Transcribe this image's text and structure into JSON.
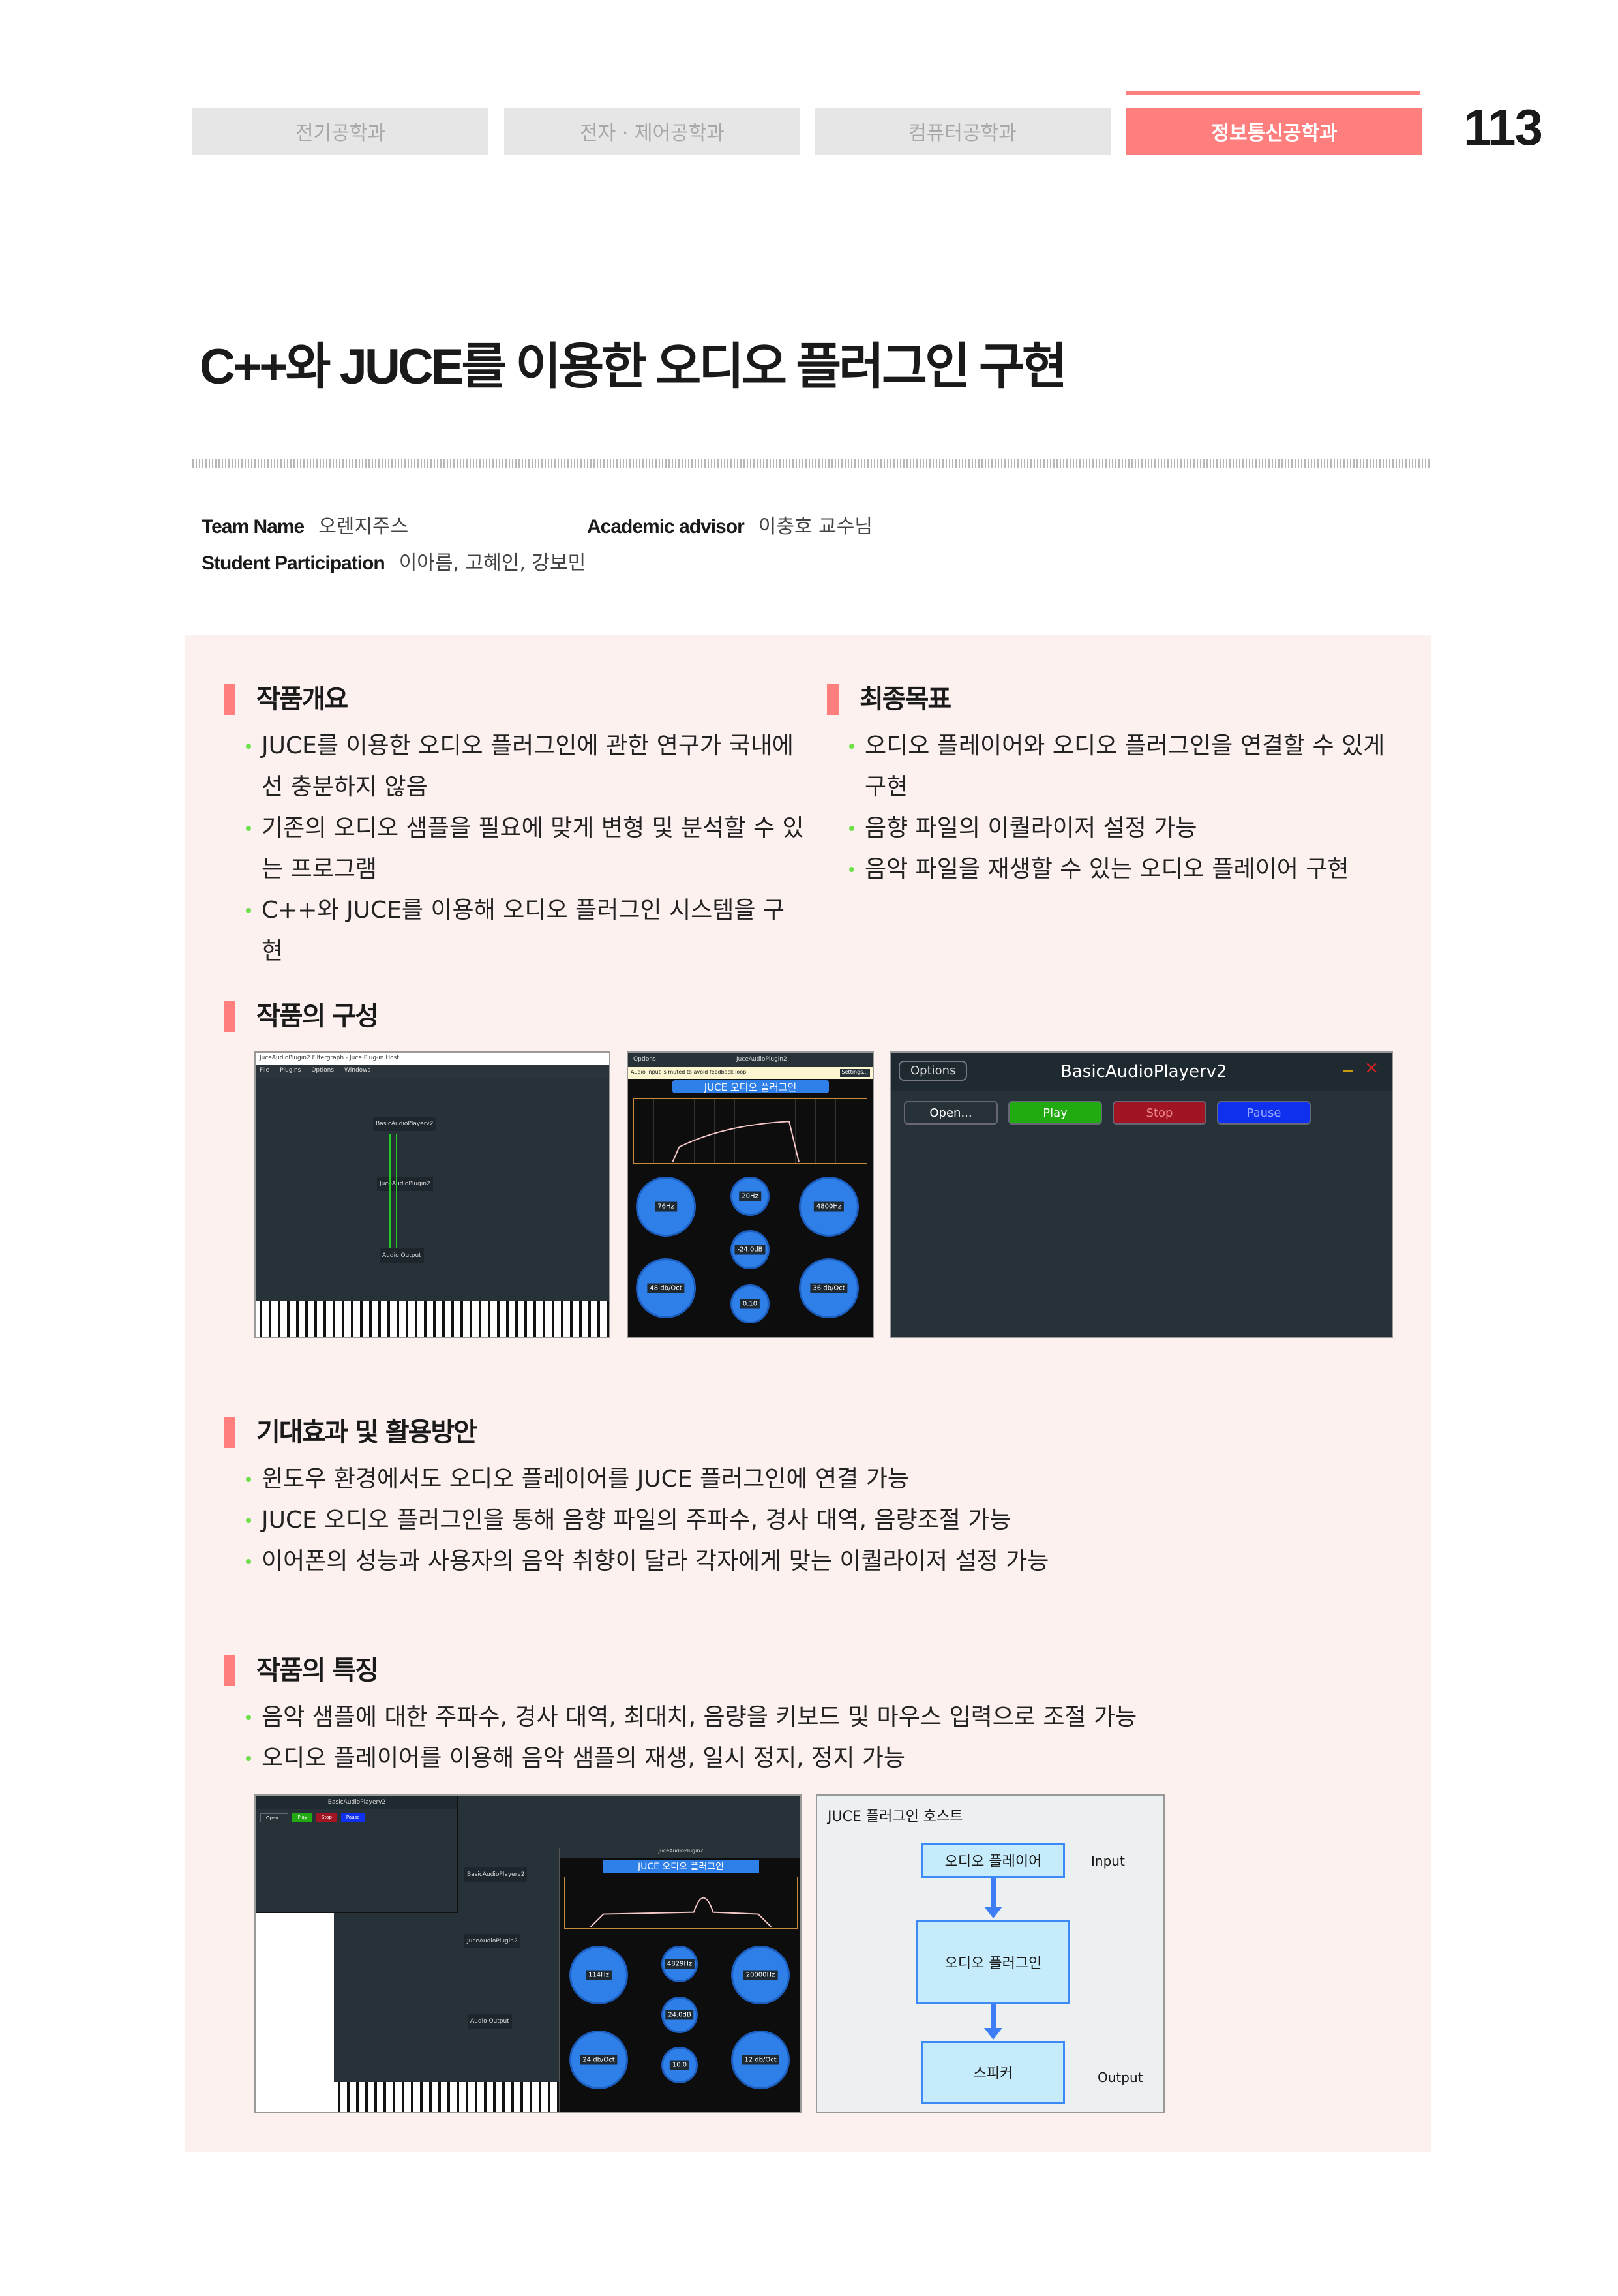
{
  "header": {
    "tabs": [
      {
        "label": "전기공학과",
        "active": false
      },
      {
        "label": "전자 · 제어공학과",
        "active": false
      },
      {
        "label": "컴퓨터공학과",
        "active": false
      },
      {
        "label": "정보통신공학과",
        "active": true
      }
    ],
    "page_number": "113",
    "accent_color": "#ff7f7f"
  },
  "title": "C++와 JUCE를 이용한 오디오 플러그인 구현",
  "info": {
    "team_name_label": "Team Name",
    "team_name": "오렌지주스",
    "advisor_label": "Academic advisor",
    "advisor": "이충호 교수님",
    "students_label": "Student Participation",
    "students": "이아름, 고혜인, 강보민"
  },
  "sections": {
    "overview": {
      "heading": "작품개요",
      "items": [
        "JUCE를 이용한 오디오 플러그인에 관한 연구가 국내에선 충분하지 않음",
        "기존의 오디오 샘플을 필요에 맞게 변형 및 분석할 수 있는 프로그램",
        "C++와 JUCE를 이용해 오디오 플러그인 시스템을 구현"
      ]
    },
    "goal": {
      "heading": "최종목표",
      "items": [
        "오디오 플레이어와 오디오 플러그인을 연결할 수 있게 구현",
        "음향 파일의 이퀄라이저 설정 가능",
        "음악 파일을 재생할 수 있는 오디오 플레이어 구현"
      ]
    },
    "composition": {
      "heading": "작품의 구성"
    },
    "effects": {
      "heading": "기대효과 및 활용방안",
      "items": [
        "윈도우 환경에서도 오디오 플레이어를 JUCE 플러그인에 연결 가능",
        "JUCE 오디오 플러그인을 통해 음향 파일의 주파수, 경사 대역, 음량조절 가능",
        "이어폰의 성능과 사용자의 음악 취향이 달라 각자에게 맞는 이퀄라이저 설정 가능"
      ]
    },
    "features": {
      "heading": "작품의 특징",
      "items": [
        "음악 샘플에 대한 주파수, 경사 대역, 최대치, 음량을 키보드 및 마우스 입력으로 조절 가능",
        "오디오 플레이어를 이용해 음악 샘플의 재생, 일시 정지, 정지 가능"
      ]
    }
  },
  "screenshots": {
    "host": {
      "window_title": "JuceAudioPlugin2 Filtergraph - Juce Plug-in Host",
      "menu": [
        "File",
        "Plugins",
        "Options",
        "Windows"
      ],
      "nodes": [
        "BasicAudioPlayerv2",
        "JuceAudioPlugin2",
        "Audio Output"
      ]
    },
    "plugin": {
      "options": "Options",
      "title": "JuceAudioPlugin2",
      "notice": "Audio input is muted to avoid feedback loop",
      "settings": "Settings...",
      "banner": "JUCE 오디오 플러그인",
      "knobs": [
        "76Hz",
        "20Hz",
        "4800Hz",
        "-24.0dB",
        "48 db/Oct",
        "0.10",
        "36 db/Oct"
      ]
    },
    "player": {
      "options": "Options",
      "title": "BasicAudioPlayerv2",
      "buttons": [
        {
          "label": "Open...",
          "color": "#263238"
        },
        {
          "label": "Play",
          "color": "#22aa11"
        },
        {
          "label": "Stop",
          "color": "#a01424"
        },
        {
          "label": "Pause",
          "color": "#1030f0"
        }
      ]
    },
    "combined_knobs": [
      "114Hz",
      "4829Hz",
      "20000Hz",
      "24.0dB",
      "24 db/Oct",
      "10.0",
      "12 db/Oct"
    ],
    "diagram": {
      "title": "JUCE 플러그인 호스트",
      "boxes": [
        "오디오 플레이어",
        "오디오 플러그인",
        "스피커"
      ],
      "input_label": "Input",
      "output_label": "Output"
    }
  }
}
